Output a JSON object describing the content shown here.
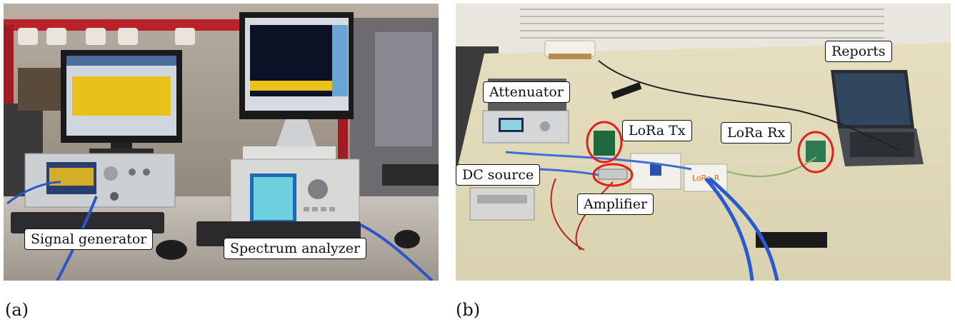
{
  "panels": [
    {
      "letter": "(a)"
    },
    {
      "letter": "(b)"
    }
  ],
  "labels_a": {
    "signal_generator": "Signal generator",
    "spectrum_analyzer": "Spectrum analyzer"
  },
  "labels_b": {
    "attenuator": "Attenuator",
    "lora_tx": "LoRa Tx",
    "lora_rx": "LoRa Rx",
    "reports": "Reports",
    "dc_source": "DC source",
    "amplifier": "Amplifier"
  },
  "device_text": {
    "lora_r_box": "LoRa-R"
  },
  "colors": {
    "highlight_ring": "#e02020",
    "label_border": "#111111"
  }
}
